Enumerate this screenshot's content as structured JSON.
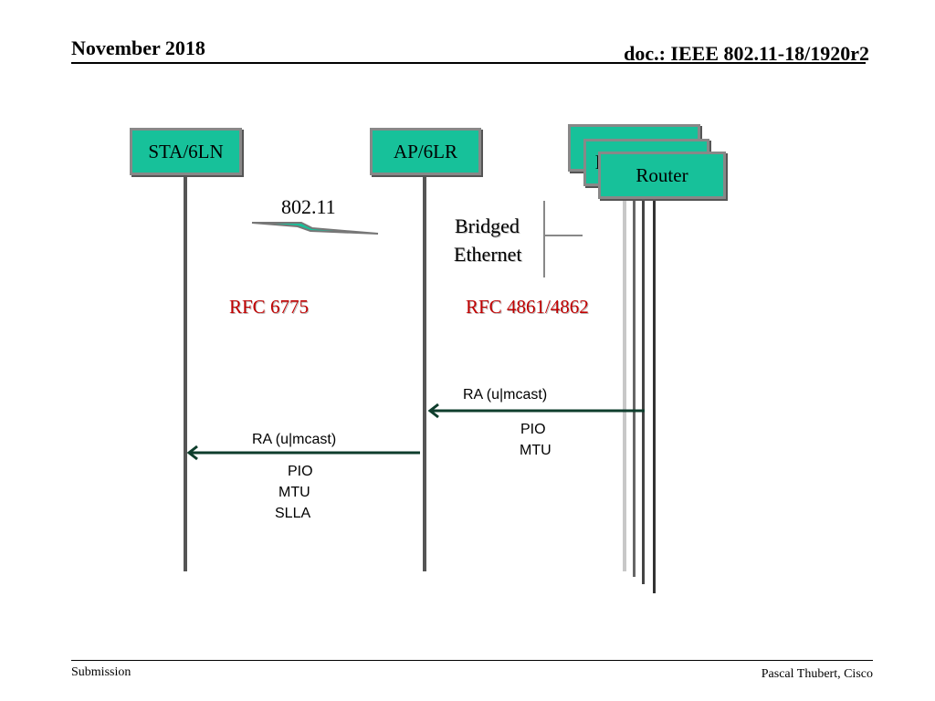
{
  "header": {
    "date": "November 2018",
    "doc": "doc.: IEEE 802.11-18/1920r2"
  },
  "footer": {
    "left": "Submission",
    "right": "Pascal Thubert, Cisco"
  },
  "nodes": {
    "sta": "STA/6LN",
    "ap": "AP/6LR",
    "router": "Router",
    "router_back_partial": "l"
  },
  "labels": {
    "link_80211": "802.11",
    "bridged_line1": "Bridged",
    "bridged_line2": "Ethernet",
    "rfc_left": "RFC 6775",
    "rfc_right": "RFC 4861/4862"
  },
  "messages": [
    {
      "label": "RA (u|mcast)",
      "from": "Router",
      "to": "AP/6LR",
      "details": [
        "PIO",
        "MTU"
      ]
    },
    {
      "label": "RA (u|mcast)",
      "from": "AP/6LR",
      "to": "STA/6LN",
      "details": [
        "PIO",
        "MTU",
        "SLLA"
      ]
    }
  ],
  "colors": {
    "node_fill": "#17c19a",
    "rfc_text": "#c00000",
    "arrow": "#0e3d2c"
  }
}
